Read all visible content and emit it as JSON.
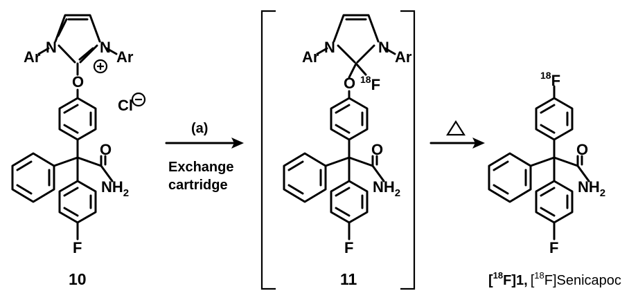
{
  "scheme": {
    "reactant": {
      "label": "10",
      "atoms": {
        "ar_left": "Ar",
        "ar_right": "Ar",
        "n": "N",
        "o": "O",
        "counterion": "Cl",
        "amide_o": "O",
        "amide_n": "NH",
        "amide_sub": "2",
        "f": "F"
      }
    },
    "step1": {
      "reagent": "(a)",
      "condition_line1": "Exchange",
      "condition_line2": "cartridge"
    },
    "intermediate": {
      "label": "11",
      "atoms": {
        "ar_left": "Ar",
        "ar_right": "Ar",
        "n": "N",
        "o": "O",
        "isotope": "18",
        "f18": "F",
        "amide_o": "O",
        "amide_n": "NH",
        "amide_sub": "2",
        "f": "F"
      }
    },
    "step2": {
      "condition_symbol": "triangle-heat-icon"
    },
    "product": {
      "label_bold": "1,",
      "label_iso": "18",
      "label_f": "F",
      "label_name_prefix": "[",
      "label_name_iso": "18",
      "label_name_rest": "F]Senicapoc",
      "atoms": {
        "isotope": "18",
        "f18": "F",
        "amide_o": "O",
        "amide_n": "NH",
        "amide_sub": "2",
        "f": "F"
      }
    }
  }
}
